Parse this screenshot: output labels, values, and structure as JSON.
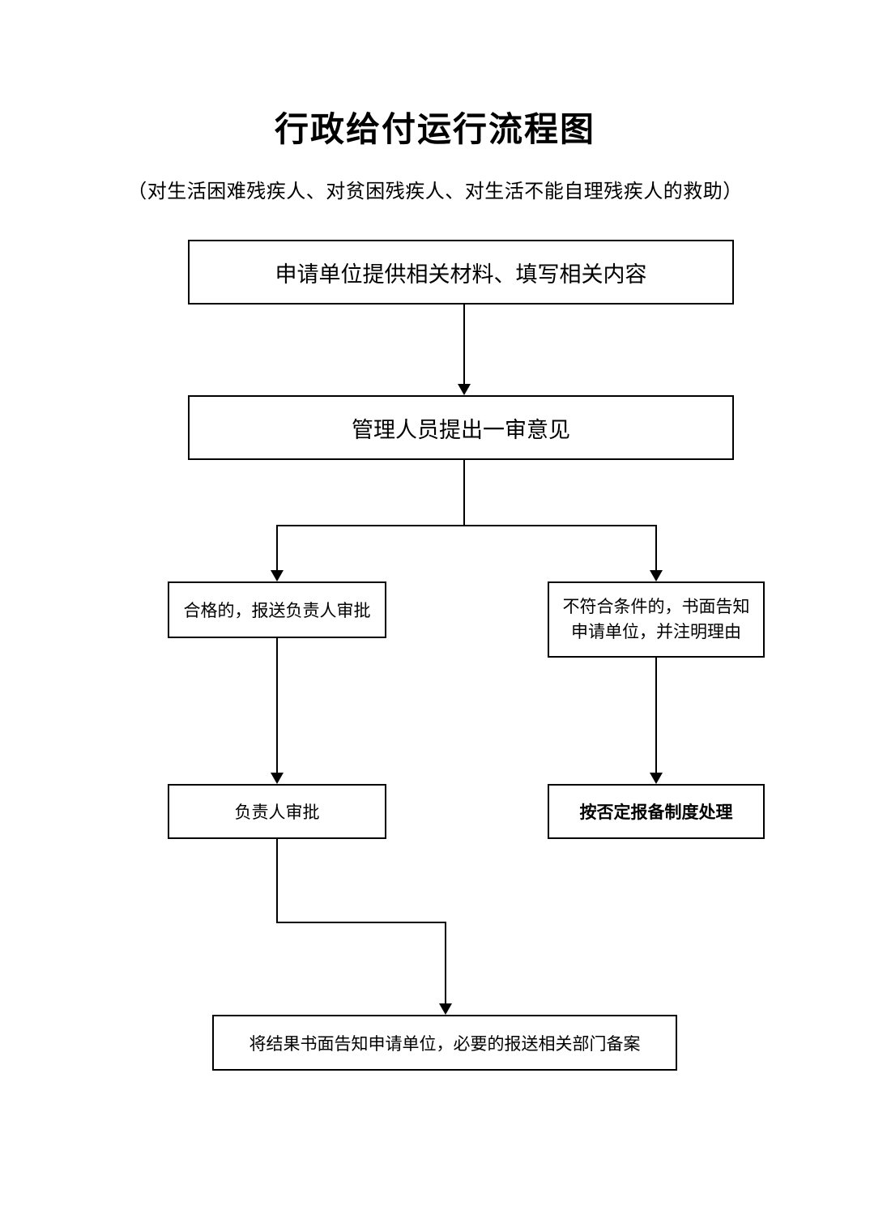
{
  "document": {
    "title": "行政给付运行流程图",
    "subtitle": "（对生活困难残疾人、对贫困残疾人、对生活不能自理残疾人的救助）"
  },
  "flowchart": {
    "type": "flowchart",
    "orientation": "top-to-bottom",
    "nodes": [
      {
        "id": "apply",
        "label": "申请单位提供相关材料、填写相关内容",
        "shape": "rectangle"
      },
      {
        "id": "firstreview",
        "label": "管理人员提出一审意见",
        "shape": "rectangle"
      },
      {
        "id": "qualified",
        "label": "合格的，报送负责人审批",
        "shape": "rectangle"
      },
      {
        "id": "rejected",
        "label": "不符合条件的，书面告知\n申请单位，并注明理由",
        "shape": "rectangle"
      },
      {
        "id": "approval",
        "label": "负责人审批",
        "shape": "rectangle"
      },
      {
        "id": "negative",
        "label": "按否定报备制度处理",
        "shape": "rectangle"
      },
      {
        "id": "notify",
        "label": "将结果书面告知申请单位，必要的报送相关部门备案",
        "shape": "rectangle"
      }
    ],
    "edges": [
      {
        "from": "apply",
        "to": "firstreview",
        "style": "straight-arrow"
      },
      {
        "from": "firstreview",
        "to": "qualified",
        "style": "split-left-arrow"
      },
      {
        "from": "firstreview",
        "to": "rejected",
        "style": "split-right-arrow"
      },
      {
        "from": "qualified",
        "to": "approval",
        "style": "straight-arrow"
      },
      {
        "from": "rejected",
        "to": "negative",
        "style": "straight-arrow"
      },
      {
        "from": "approval",
        "to": "notify",
        "style": "elbow-arrow"
      }
    ],
    "colors": {
      "line": "#000000",
      "node_border": "#000000",
      "node_fill": "#ffffff",
      "text": "#000000",
      "page_background": "#ffffff"
    }
  }
}
